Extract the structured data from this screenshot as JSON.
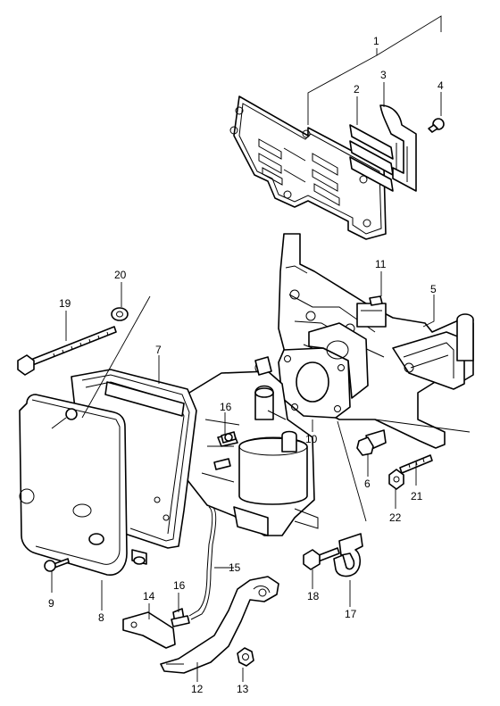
{
  "diagram": {
    "callouts": [
      {
        "id": "1",
        "label": "1"
      },
      {
        "id": "2",
        "label": "2"
      },
      {
        "id": "3",
        "label": "3"
      },
      {
        "id": "4",
        "label": "4"
      },
      {
        "id": "5",
        "label": "5"
      },
      {
        "id": "6",
        "label": "6"
      },
      {
        "id": "7",
        "label": "7"
      },
      {
        "id": "8",
        "label": "8"
      },
      {
        "id": "9",
        "label": "9"
      },
      {
        "id": "10",
        "label": "10"
      },
      {
        "id": "11",
        "label": "11"
      },
      {
        "id": "12",
        "label": "12"
      },
      {
        "id": "13",
        "label": "13"
      },
      {
        "id": "14",
        "label": "14"
      },
      {
        "id": "15",
        "label": "15"
      },
      {
        "id": "16a",
        "label": "16"
      },
      {
        "id": "16b",
        "label": "16"
      },
      {
        "id": "17",
        "label": "17"
      },
      {
        "id": "18",
        "label": "18"
      },
      {
        "id": "19",
        "label": "19"
      },
      {
        "id": "20",
        "label": "20"
      },
      {
        "id": "21",
        "label": "21"
      },
      {
        "id": "22",
        "label": "22"
      }
    ]
  }
}
